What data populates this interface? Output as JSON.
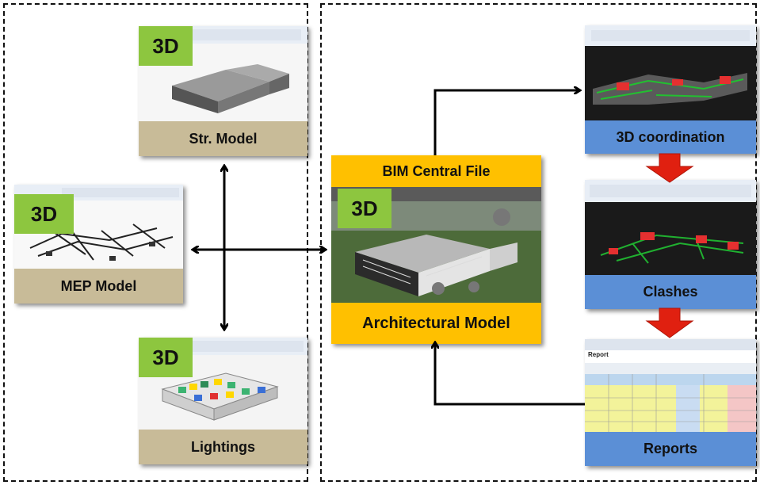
{
  "badge_label": "3D",
  "cards": {
    "structural": {
      "caption": "Str. Model"
    },
    "mep": {
      "caption": "MEP Model"
    },
    "lightings": {
      "caption": "Lightings"
    },
    "central": {
      "header": "BIM Central File",
      "caption": "Architectural Model"
    },
    "coordination": {
      "caption": "3D coordination"
    },
    "clashes": {
      "caption": "Clashes"
    },
    "reports": {
      "caption": "Reports",
      "screen_title": "Report"
    }
  },
  "colors": {
    "badge_green": "#8dc63f",
    "caption_tan": "#c8bb98",
    "caption_gold": "#ffc000",
    "caption_blue": "#5b8fd6",
    "flow_arrow_red": "#e02010",
    "connector_black": "#000000"
  }
}
